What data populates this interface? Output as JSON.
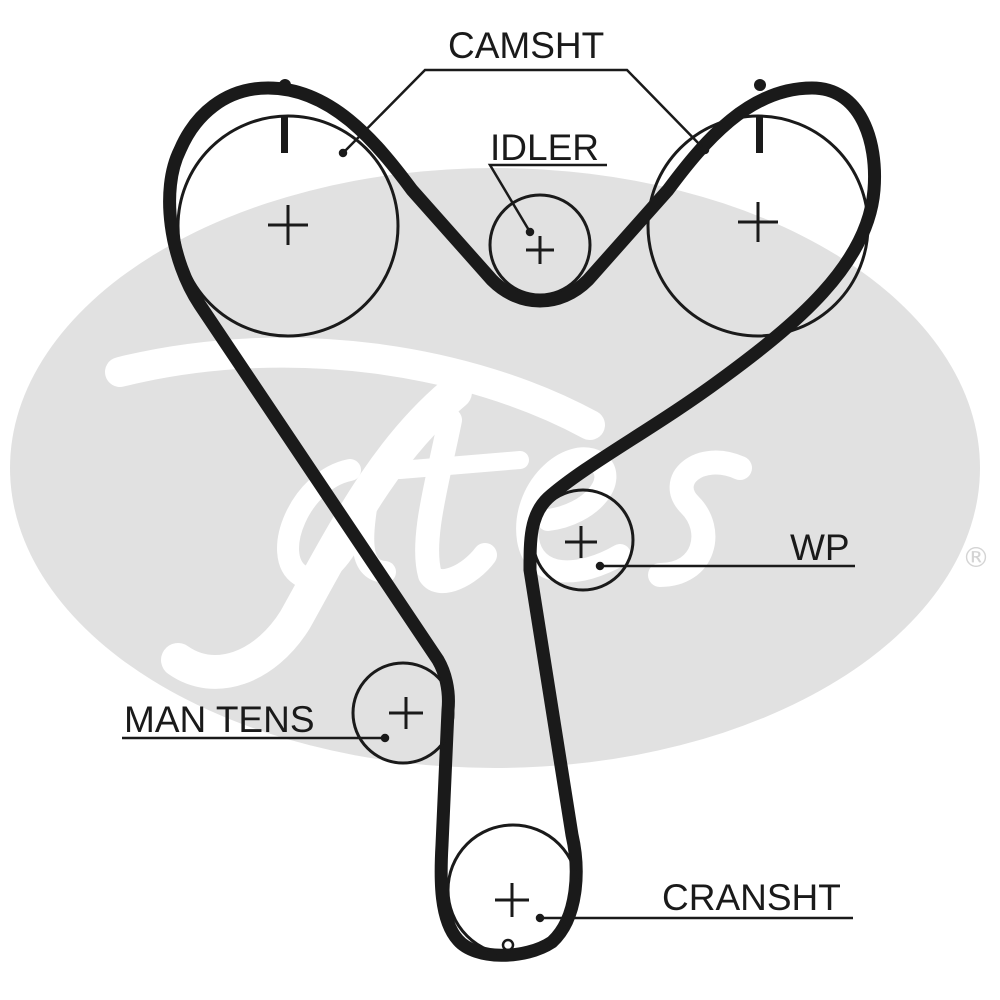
{
  "brand": {
    "logo_text": "Gates",
    "registered_mark": "®",
    "logo_color": "#e1e1e1"
  },
  "colors": {
    "belt": "#1a1a1a",
    "line": "#1a1a1a",
    "background": "#ffffff"
  },
  "labels": {
    "camshaft": "CAMSHT",
    "idler": "IDLER",
    "water_pump": "WP",
    "manual_tensioner": "MAN TENS",
    "crankshaft": "CRANSHT"
  }
}
